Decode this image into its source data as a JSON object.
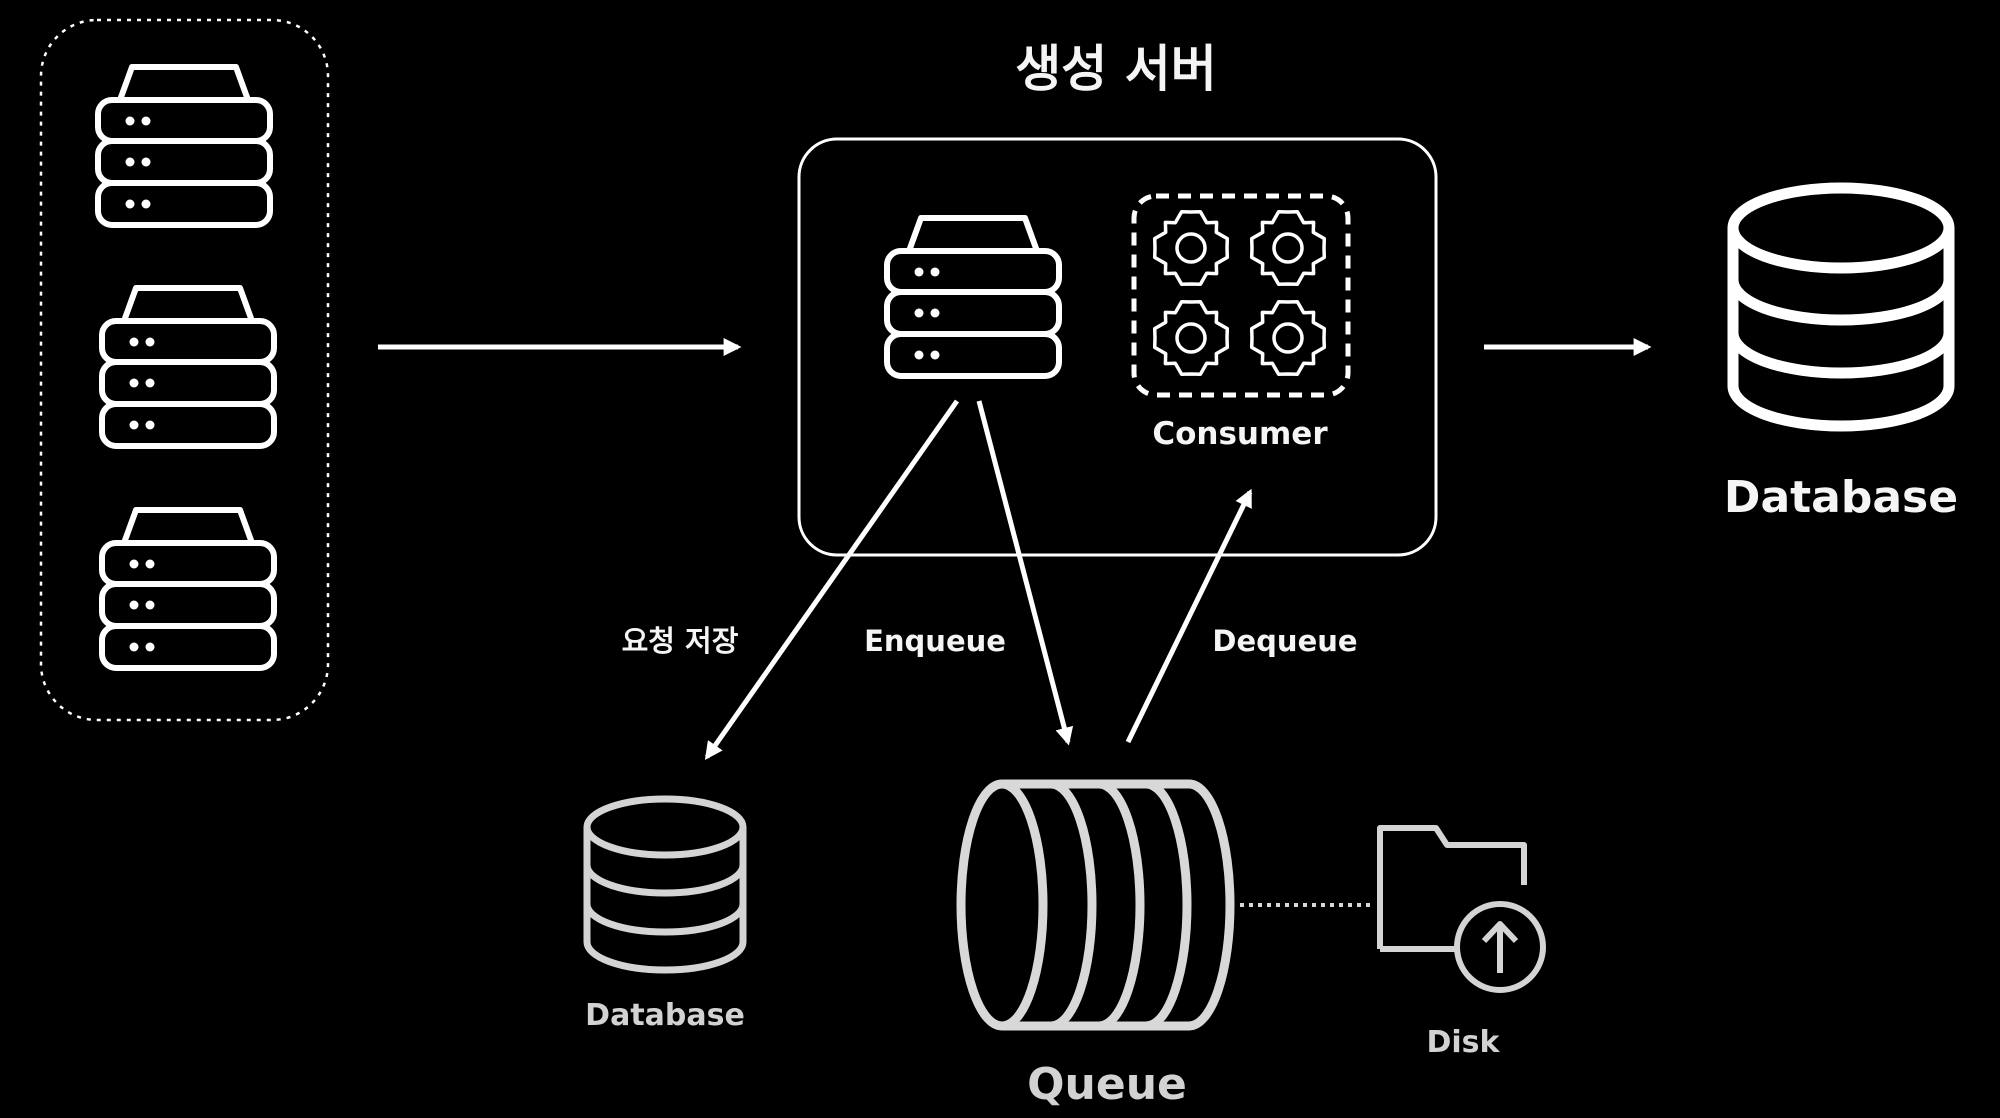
{
  "diagram": {
    "title": "생성 서버",
    "consumer_label": "Consumer",
    "database_label": "Database",
    "request_store_label": "요청 저장",
    "enqueue_label": "Enqueue",
    "dequeue_label": "Dequeue",
    "small_database_label": "Database",
    "queue_label": "Queue",
    "disk_label": "Disk"
  },
  "colors": {
    "background": "#000000",
    "stroke": "#ffffff",
    "text": "#f5f5f5",
    "dim_text": "#d2d2d2"
  },
  "icons": [
    "server-rack-icon",
    "gear-icon",
    "database-icon",
    "queue-cylinder-icon",
    "folder-upload-icon",
    "arrow-icon"
  ]
}
